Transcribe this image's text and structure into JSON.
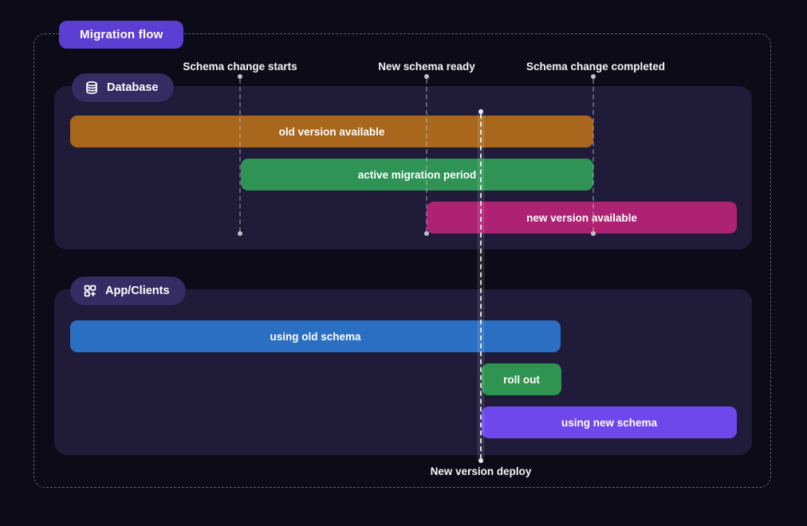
{
  "title": "Migration flow",
  "milestones": [
    {
      "id": "schema-change-starts",
      "label": "Schema change starts"
    },
    {
      "id": "new-schema-ready",
      "label": "New schema ready"
    },
    {
      "id": "schema-change-completed",
      "label": "Schema change completed"
    },
    {
      "id": "new-version-deploy",
      "label": "New version deploy"
    }
  ],
  "lanes": [
    {
      "label": "Database",
      "icon": "database-icon",
      "bars": [
        {
          "label": "old version available",
          "color": "#a8671c",
          "from": "start",
          "to": "schema-change-completed"
        },
        {
          "label": "active migration period",
          "color": "#2f9356",
          "from": "schema-change-starts",
          "to": "schema-change-completed"
        },
        {
          "label": "new version available",
          "color": "#ae2273",
          "from": "new-schema-ready",
          "to": "end"
        }
      ]
    },
    {
      "label": "App/Clients",
      "icon": "apps-plus-icon",
      "bars": [
        {
          "label": "using old schema",
          "color": "#2b6fc3",
          "from": "start",
          "to": "new-version-deploy"
        },
        {
          "label": "roll out",
          "color": "#2f9351",
          "from": "new-version-deploy",
          "to": "after-deploy"
        },
        {
          "label": "using new schema",
          "color": "#6f48ec",
          "from": "new-version-deploy",
          "to": "end"
        }
      ]
    }
  ],
  "colors": {
    "background": "#0d0b17",
    "panel": "#1f1b38",
    "title_badge": "#5b3ed2",
    "lane_badge": "#352c63",
    "frame_dash": "#5e5e69"
  }
}
